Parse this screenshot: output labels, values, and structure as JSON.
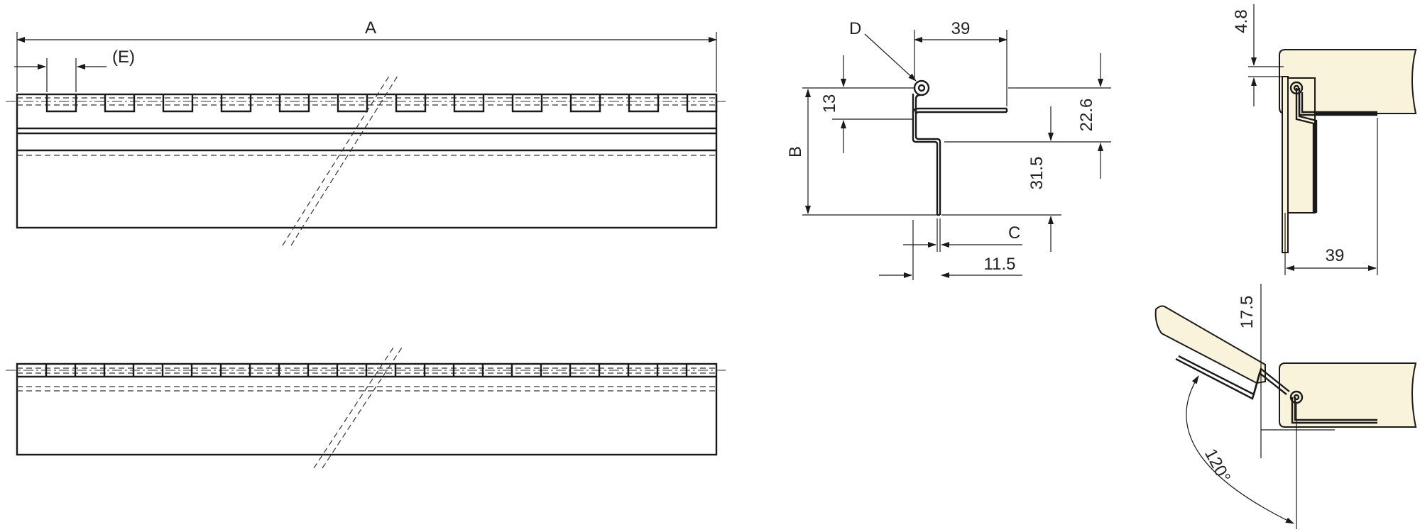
{
  "labels": {
    "A": "A",
    "E": "(E)",
    "D": "D",
    "B": "B",
    "C": "C",
    "dim_39": "39",
    "dim_13": "13",
    "dim_22_6": "22.6",
    "dim_31_5": "31.5",
    "dim_11_5": "11.5",
    "dim_4_8": "4.8",
    "dim_39_mounted": "39",
    "dim_17_5": "17.5",
    "angle_120": "120°"
  },
  "colors": {
    "line": "#1a1a1a",
    "panel_fill": "#f8f3da",
    "background": "#ffffff"
  }
}
